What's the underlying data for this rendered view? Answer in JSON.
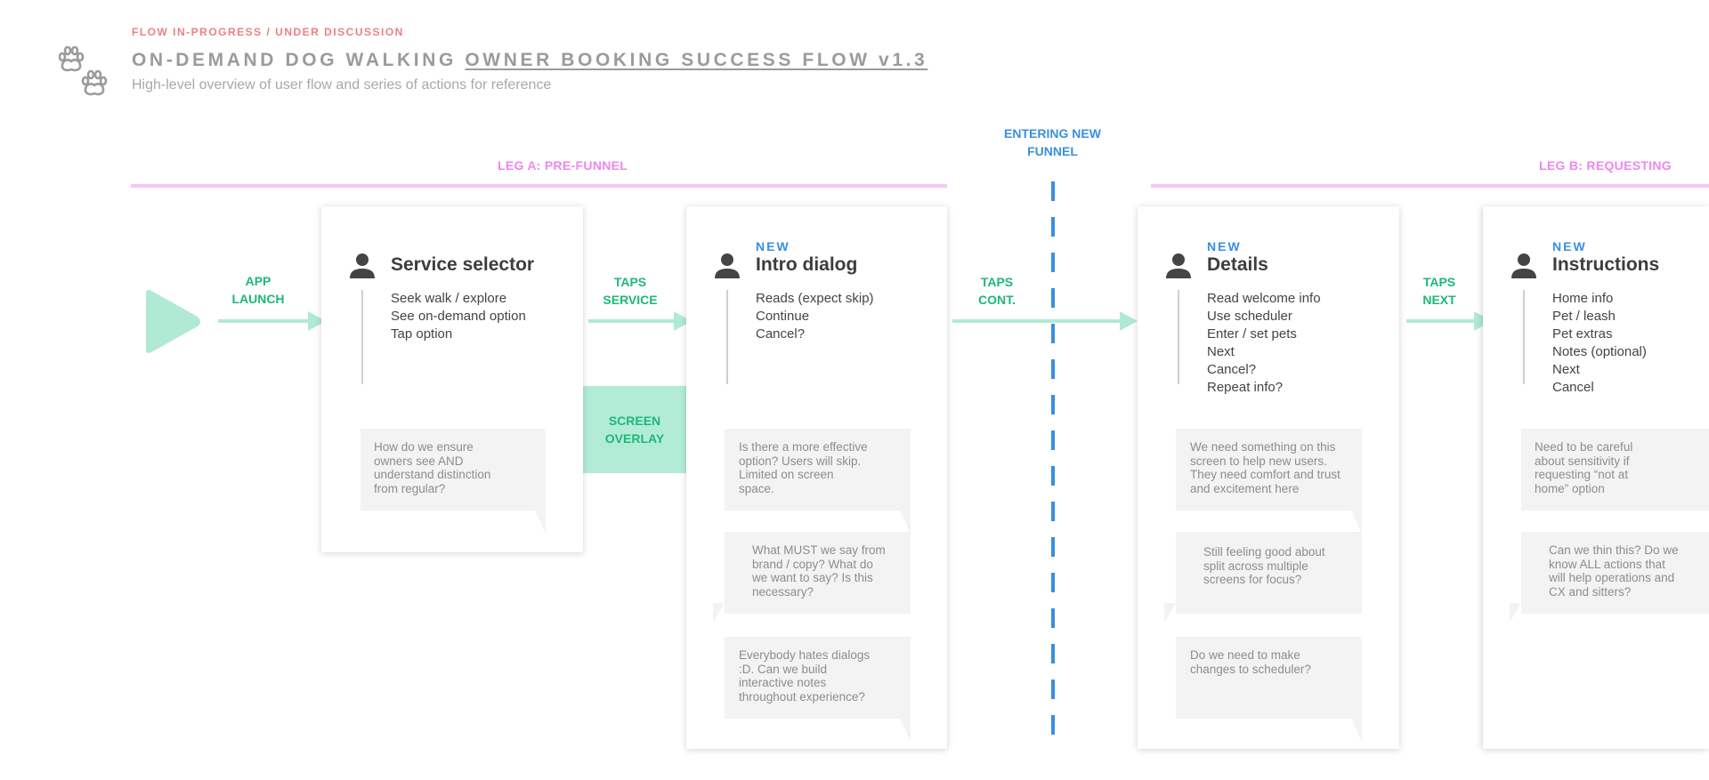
{
  "header": {
    "status": "FLOW IN-PROGRESS / UNDER DISCUSSION",
    "title_main": "ON-DEMAND DOG WALKING ",
    "title_underlined": "OWNER BOOKING SUCCESS FLOW v1.3",
    "subtitle": "High-level overview of user flow and series of actions for reference"
  },
  "legs": {
    "a_label": "LEG A: PRE-FUNNEL",
    "b_label": "LEG B: REQUESTING"
  },
  "funnel": {
    "label_line1": "ENTERING NEW",
    "label_line2": "FUNNEL"
  },
  "connectors": {
    "app_launch": [
      "APP",
      "LAUNCH"
    ],
    "taps_service": [
      "TAPS",
      "SERVICE"
    ],
    "taps_cont": [
      "TAPS",
      "CONT."
    ],
    "taps_next": [
      "TAPS",
      "NEXT"
    ],
    "screen_overlay": [
      "SCREEN",
      "OVERLAY"
    ]
  },
  "cards": {
    "service_selector": {
      "title": "Service selector",
      "steps": [
        "Seek walk / explore",
        "See on-demand option",
        "Tap option"
      ],
      "notes": [
        [
          "How do we ensure",
          "owners see AND",
          "understand distinction",
          "from regular?"
        ]
      ]
    },
    "intro_dialog": {
      "badge": "NEW",
      "title": "Intro dialog",
      "steps": [
        "Reads (expect skip)",
        "Continue",
        "Cancel?"
      ],
      "notes": [
        [
          "Is there a more effective",
          "option? Users will skip.",
          "Limited on screen",
          "space."
        ],
        [
          "What MUST we say from",
          "brand / copy? What do",
          "we want to say? Is this",
          "necessary?"
        ],
        [
          "Everybody hates dialogs",
          ":D. Can we build",
          "interactive notes",
          "throughout experience?"
        ]
      ]
    },
    "details": {
      "badge": "NEW",
      "title": "Details",
      "steps": [
        "Read welcome info",
        "Use scheduler",
        "Enter / set pets",
        "Next",
        "Cancel?",
        "Repeat info?"
      ],
      "notes": [
        [
          "We need something on this",
          "screen to help new users.",
          "They need comfort and trust",
          "and excitement here"
        ],
        [
          "Still feeling good about",
          "split across multiple",
          "screens for focus?"
        ],
        [
          "Do we need to make",
          "changes to scheduler?"
        ]
      ]
    },
    "instructions": {
      "badge": "NEW",
      "title": "Instructions",
      "steps": [
        "Home info",
        "Pet / leash",
        "Pet extras",
        "Notes (optional)",
        "Next",
        "Cancel"
      ],
      "notes": [
        [
          "Need to be careful",
          "about sensitivity if",
          "requesting “not at",
          "home” option"
        ],
        [
          "Can we thin this? Do we",
          "know ALL actions that",
          "will help operations and",
          "CX and sitters?"
        ]
      ]
    }
  },
  "colors": {
    "status": "#f07f84",
    "leg": "#ef86ec",
    "leg_bar": "#f8c5f6",
    "funnel": "#3a8fe0",
    "connector_text": "#1db87a",
    "connector_arrow": "#b0ead4",
    "overlay": "#b3ecd6"
  },
  "icons": {
    "logo": "paw-prints-icon",
    "start": "play-icon",
    "person": "person-icon"
  }
}
